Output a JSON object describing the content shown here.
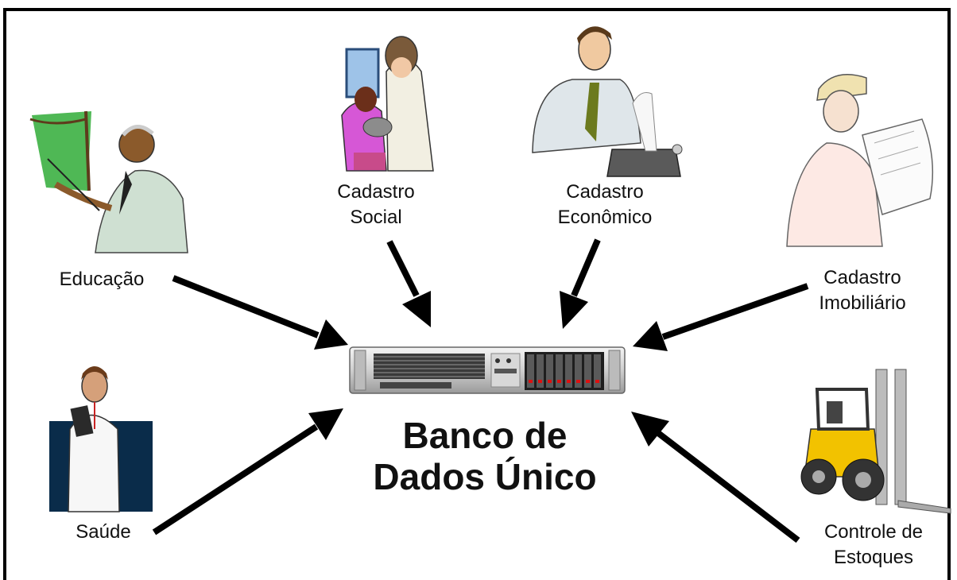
{
  "diagram": {
    "center_label_line1": "Banco de",
    "center_label_line2": "Dados Único",
    "nodes": [
      {
        "id": "educacao",
        "line1": "Educação",
        "line2": "",
        "icon": "teacher-icon"
      },
      {
        "id": "cadastro-social",
        "line1": "Cadastro",
        "line2": "Social",
        "icon": "family-icon"
      },
      {
        "id": "cadastro-economico",
        "line1": "Cadastro",
        "line2": "Econômico",
        "icon": "clerk-adding-machine-icon"
      },
      {
        "id": "cadastro-imobiliario",
        "line1": "Cadastro",
        "line2": "Imobiliário",
        "icon": "engineer-blueprint-icon"
      },
      {
        "id": "saude",
        "line1": "Saúde",
        "line2": "",
        "icon": "doctor-icon"
      },
      {
        "id": "controle-estoques",
        "line1": "Controle de",
        "line2": "Estoques",
        "icon": "forklift-icon"
      }
    ],
    "center_icon": "server-icon",
    "edges": [
      {
        "from": "educacao",
        "to": "banco"
      },
      {
        "from": "cadastro-social",
        "to": "banco"
      },
      {
        "from": "cadastro-economico",
        "to": "banco"
      },
      {
        "from": "cadastro-imobiliario",
        "to": "banco"
      },
      {
        "from": "saude",
        "to": "banco"
      },
      {
        "from": "controle-estoques",
        "to": "banco"
      }
    ]
  }
}
